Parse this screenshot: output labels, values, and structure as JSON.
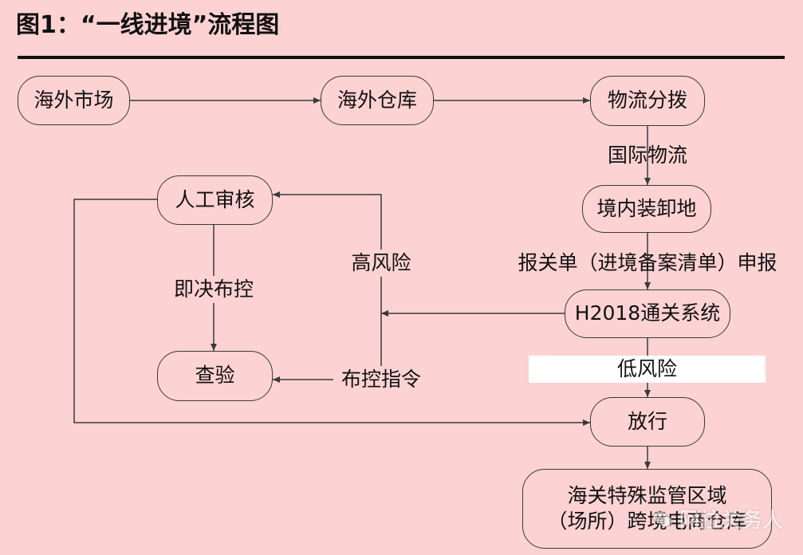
{
  "title": "图1：“一线进境”流程图",
  "nodes": {
    "overseas_market": "海外市场",
    "overseas_warehouse": "海外仓库",
    "logistics_distribution": "物流分拨",
    "domestic_loading": "境内装卸地",
    "h2018_system": "H2018通关系统",
    "release": "放行",
    "manual_review": "人工审核",
    "inspection": "查验",
    "special_zone_line1": "海关特殊监管区域",
    "special_zone_line2": "（场所）跨境电商仓库"
  },
  "edge_labels": {
    "international_logistics": "国际物流",
    "declaration": "报关单（进境备案清单）申报",
    "low_risk": "低风险",
    "high_risk": "高风险",
    "immediate_control": "即决布控",
    "control_instruction": "布控指令"
  },
  "watermark": {
    "text": "阿拉关务人",
    "icon": "wechat-icon"
  },
  "colors": {
    "background": "#fdd2d2",
    "stroke": "#3a3a3a",
    "text": "#111111"
  }
}
